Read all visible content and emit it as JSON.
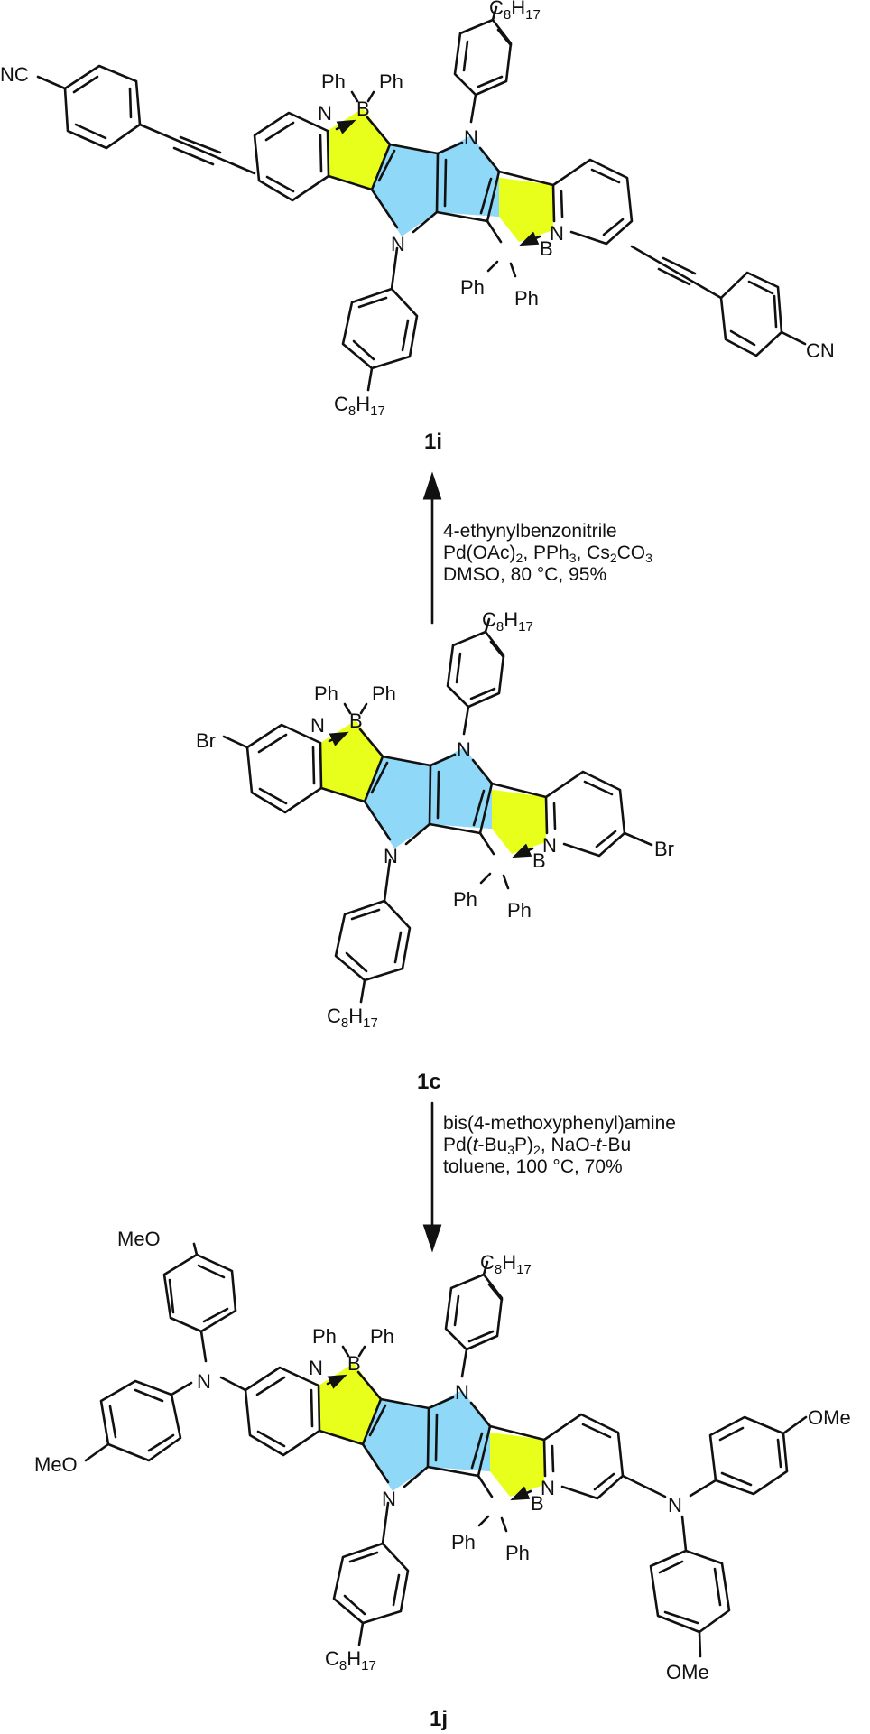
{
  "scheme": {
    "compounds": [
      {
        "id": "1i",
        "label": "1i",
        "substituent_left": "NC",
        "substituent_right": "CN",
        "core_labels": {
          "N_py": "N",
          "B": "B",
          "N_pyrrole": "N",
          "Ph": "Ph"
        },
        "aryl_alkyl": {
          "main": "C",
          "sub1": "8",
          "main2": "H",
          "sub2": "17"
        }
      },
      {
        "id": "1c",
        "label": "1c",
        "substituent_left": "Br",
        "substituent_right": "Br",
        "core_labels": {
          "N_py": "N",
          "B": "B",
          "N_pyrrole": "N",
          "Ph": "Ph"
        },
        "aryl_alkyl": {
          "main": "C",
          "sub1": "8",
          "main2": "H",
          "sub2": "17"
        }
      },
      {
        "id": "1j",
        "label": "1j",
        "substituent_amine": "N",
        "methoxy_left": "MeO",
        "methoxy_right": "OMe",
        "core_labels": {
          "N_py": "N",
          "B": "B",
          "N_pyrrole": "N",
          "Ph": "Ph"
        },
        "aryl_alkyl": {
          "main": "C",
          "sub1": "8",
          "main2": "H",
          "sub2": "17"
        }
      }
    ],
    "reactions": [
      {
        "from": "1c",
        "to": "1i",
        "arrow_direction": "up",
        "conditions": {
          "line1": "4-ethynylbenzonitrile",
          "line2_parts": [
            "Pd(OAc)",
            "2",
            ", PPh",
            "3",
            ", Cs",
            "2",
            "CO",
            "3"
          ],
          "line3": "DMSO, 80 °C, 95%"
        }
      },
      {
        "from": "1c",
        "to": "1j",
        "arrow_direction": "down",
        "conditions": {
          "line1": "bis(4-methoxyphenyl)amine",
          "line2_parts": [
            "Pd(",
            "t",
            "-Bu",
            "3",
            "P)",
            "2",
            ", NaO-",
            "t",
            "-Bu"
          ],
          "line3": "toluene, 100 °C, 70%"
        }
      }
    ],
    "colors": {
      "borole_ring": "#e8ff1c",
      "pyrrolopyrrole_core": "#8fd8f7",
      "bonds": "#111111",
      "background": "#ffffff"
    }
  }
}
